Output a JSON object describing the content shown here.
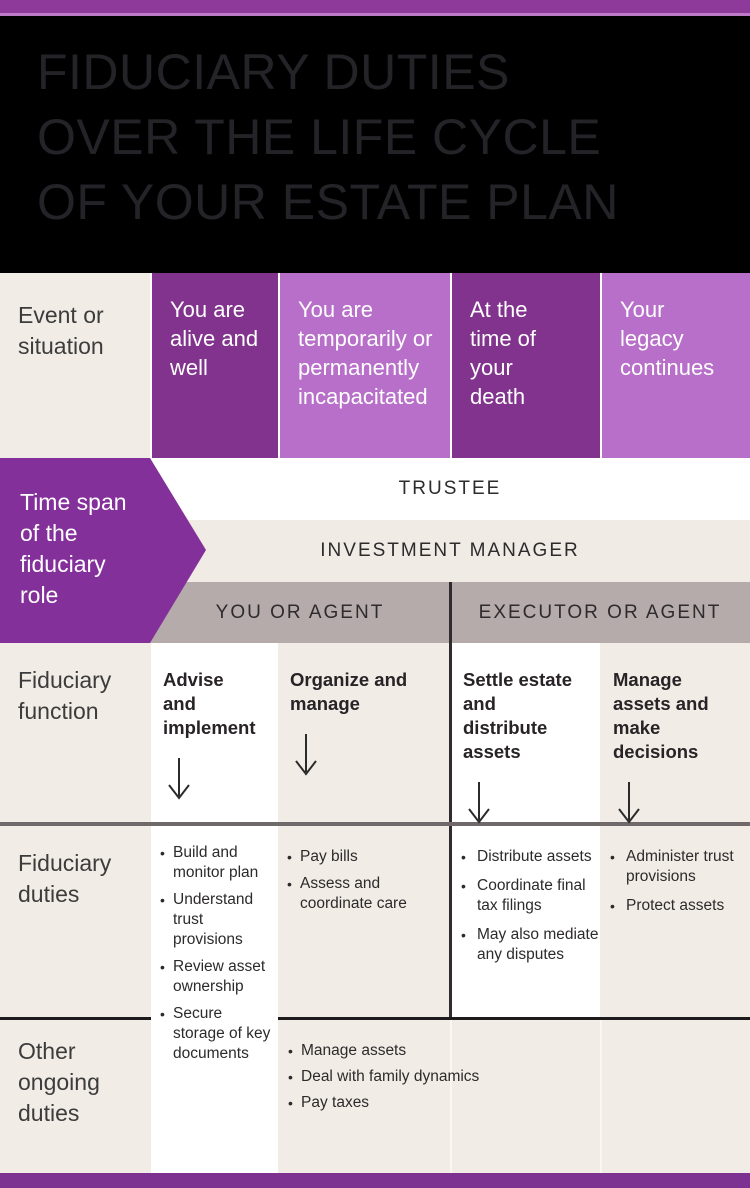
{
  "palette": {
    "top_bar": "#8d3a9b",
    "bottom_bar": "#7d3190",
    "header_bg": "#000000",
    "accent_purple_dark": "#81338e",
    "accent_purple_light": "#b76fc9",
    "arrow_purple": "#84309a",
    "band_gray": "#b5abab",
    "beige": "#f2ece6"
  },
  "header": {
    "title_lines": [
      "FIDUCIARY DUTIES",
      "OVER THE LIFE CYCLE",
      "OF YOUR ESTATE PLAN"
    ]
  },
  "event_row": {
    "label": "Event or situation",
    "columns": [
      {
        "text": "You are alive and well"
      },
      {
        "text": "You are temporarily or permanently incapacitated"
      },
      {
        "text": "At the time of your death"
      },
      {
        "text": "Your legacy continues"
      }
    ]
  },
  "timespan": {
    "label": "Time span of the fiduciary role",
    "trustee": "TRUSTEE",
    "investment_manager": "INVESTMENT MANAGER",
    "you_or_agent": "YOU OR AGENT",
    "executor_or_agent": "EXECUTOR OR AGENT"
  },
  "function_row": {
    "label": "Fiduciary function",
    "cells": [
      "Advise and implement",
      "Organize and manage",
      "Settle estate and distribute assets",
      "Manage assets and make decisions"
    ]
  },
  "duties_row": {
    "label": "Fiduciary duties",
    "lists": [
      {
        "items": [
          "Build and monitor plan",
          "Understand trust provisions",
          "Review asset ownership",
          "Secure storage of key documents"
        ]
      },
      {
        "items": [
          "Pay bills",
          "Assess and coordinate care"
        ]
      },
      {
        "items": [
          "Distribute assets",
          "Coordinate final tax filings",
          "May also mediate any disputes"
        ]
      },
      {
        "items": [
          "Administer trust provisions",
          "Protect assets"
        ]
      }
    ]
  },
  "ongoing_row": {
    "label": "Other ongoing duties",
    "items": [
      "Manage assets",
      "Deal with family dynamics",
      "Pay taxes"
    ]
  },
  "icons": {
    "down_arrow": "↓"
  }
}
